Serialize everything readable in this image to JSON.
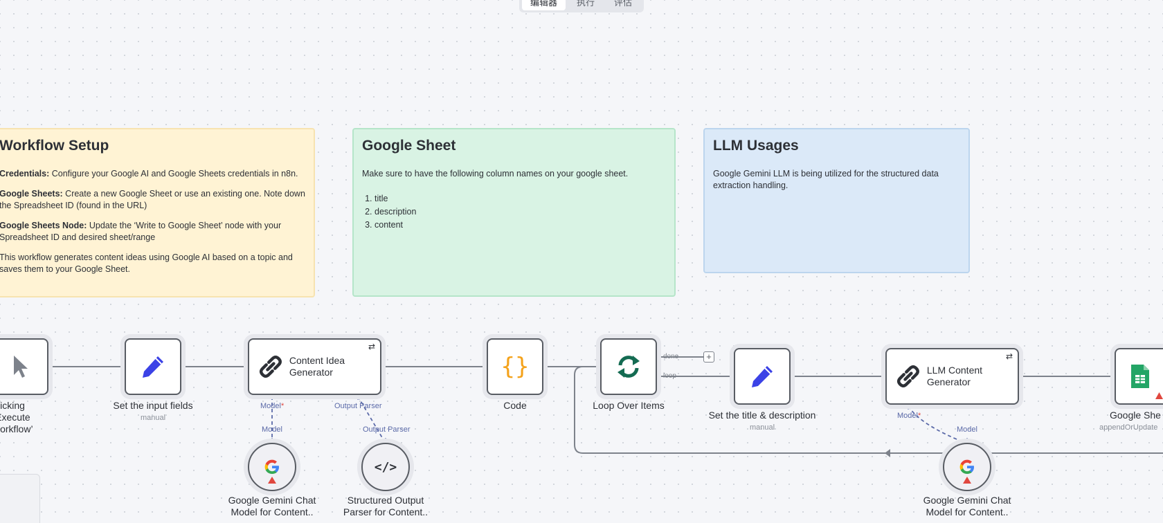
{
  "tabs": [
    {
      "label": "编辑器",
      "active": true
    },
    {
      "label": "执行",
      "active": false
    },
    {
      "label": "评估",
      "active": false
    }
  ],
  "notes": {
    "setup": {
      "title": "Workflow Setup",
      "credentials_label": "Credentials:",
      "credentials_text": " Configure your Google AI and Google Sheets credentials in n8n.",
      "sheets_label": "Google Sheets:",
      "sheets_text": " Create a new Google Sheet or use an existing one. Note down the Spreadsheet ID (found in the URL)",
      "node_label": "Google Sheets Node:",
      "node_text": " Update the ‘Write to Google Sheet’ node with your Spreadsheet ID and desired sheet/range",
      "summary": "This workflow generates content ideas using Google AI based on a topic and saves them to your Google Sheet."
    },
    "sheet": {
      "title": "Google Sheet",
      "intro": "Make sure to have the following column names on your google sheet.",
      "columns": [
        "title",
        "description",
        "content"
      ]
    },
    "llm": {
      "title": "LLM Usages",
      "text": "Google Gemini LLM is being utilized for the structured data extraction handling."
    }
  },
  "nodes": {
    "trigger": {
      "label": "clicking ‘Execute workflow’",
      "icon": "cursor-icon"
    },
    "set_inputs": {
      "label": "Set the input fields",
      "sub": "manual",
      "icon": "pencil-icon"
    },
    "idea_gen": {
      "label": "Content Idea Generator",
      "icon": "chain-link-icon"
    },
    "code": {
      "label": "Code",
      "icon": "braces-icon"
    },
    "loop": {
      "label": "Loop Over Items",
      "icon": "loop-icon",
      "done_label": "done",
      "loop_label": "loop"
    },
    "set_title": {
      "label": "Set the title & description",
      "sub": "manual",
      "icon": "pencil-icon"
    },
    "llm_gen": {
      "label": "LLM Content Generator",
      "icon": "chain-link-icon"
    },
    "gsheet": {
      "label": "Google She",
      "sub": "appendOrUpdate",
      "icon": "google-sheets-icon"
    },
    "gemini1": {
      "label": "Google Gemini Chat Model for Content..",
      "icon": "google-g-icon"
    },
    "parser": {
      "label": "Structured Output Parser for Content..",
      "icon": "code-tag-icon"
    },
    "gemini2": {
      "label": "Google Gemini Chat Model for Content..",
      "icon": "google-g-icon"
    }
  },
  "ports": {
    "model": "Model",
    "required": "*",
    "output_parser": "Output Parser"
  },
  "colors": {
    "canvas": "#f5f6f9",
    "node_border": "#585c63",
    "edge": "#7d828b",
    "port_label": "#5b6aa8",
    "pencil": "#3b42e6",
    "braces": "#f4a21b",
    "loop": "#146b52",
    "sheets": "#23a566",
    "warning": "#e0473f"
  }
}
